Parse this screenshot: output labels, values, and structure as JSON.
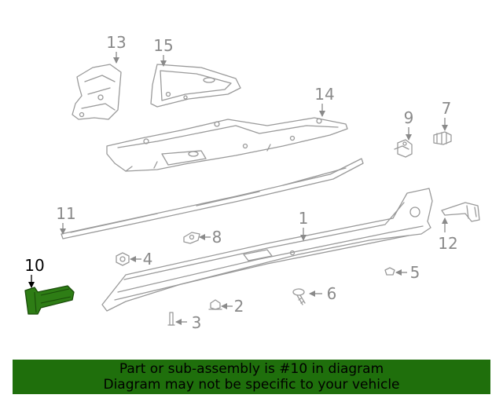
{
  "diagram": {
    "callouts": {
      "c1": "1",
      "c2": "2",
      "c3": "3",
      "c4": "4",
      "c5": "5",
      "c6": "6",
      "c7": "7",
      "c8": "8",
      "c9": "9",
      "c10": "10",
      "c11": "11",
      "c12": "12",
      "c13": "13",
      "c14": "14",
      "c15": "15"
    },
    "highlighted_part": "10",
    "colors": {
      "part_line": "#9a9a9a",
      "highlight_part": "#2e7d15",
      "banner_bg": "#1f6f0c"
    }
  },
  "banner": {
    "line1": "Part or sub-assembly is #10 in diagram",
    "line2": "Diagram may not be specific to your vehicle"
  }
}
